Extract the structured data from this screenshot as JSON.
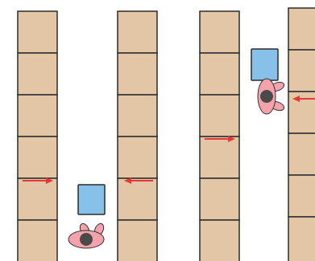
{
  "colors": {
    "background": "#ffffff",
    "shelf_fill": "#e3c6a6",
    "shelf_stroke": "#2b2b2b",
    "arrow": "#e53935",
    "cart_fill": "#87c1ea",
    "cart_stroke": "#2b2b2b",
    "person_body": "#f4a3ac",
    "person_head": "#4a4a4a"
  },
  "shelves": [
    {
      "name": "shelf-column-1",
      "cells": 6
    },
    {
      "name": "shelf-column-2",
      "cells": 6
    },
    {
      "name": "shelf-column-3",
      "cells": 6
    },
    {
      "name": "shelf-column-4",
      "cells": 6
    }
  ],
  "arrows": [
    {
      "name": "arrow-right-left-aisle",
      "direction": "right"
    },
    {
      "name": "arrow-left-left-aisle",
      "direction": "left"
    },
    {
      "name": "arrow-right-right-aisle",
      "direction": "right"
    },
    {
      "name": "arrow-left-right-aisle",
      "direction": "left"
    }
  ],
  "people": [
    {
      "name": "shopper-left",
      "facing": "up",
      "with": "cart"
    },
    {
      "name": "shopper-right",
      "facing": "left",
      "with": "cart"
    }
  ]
}
